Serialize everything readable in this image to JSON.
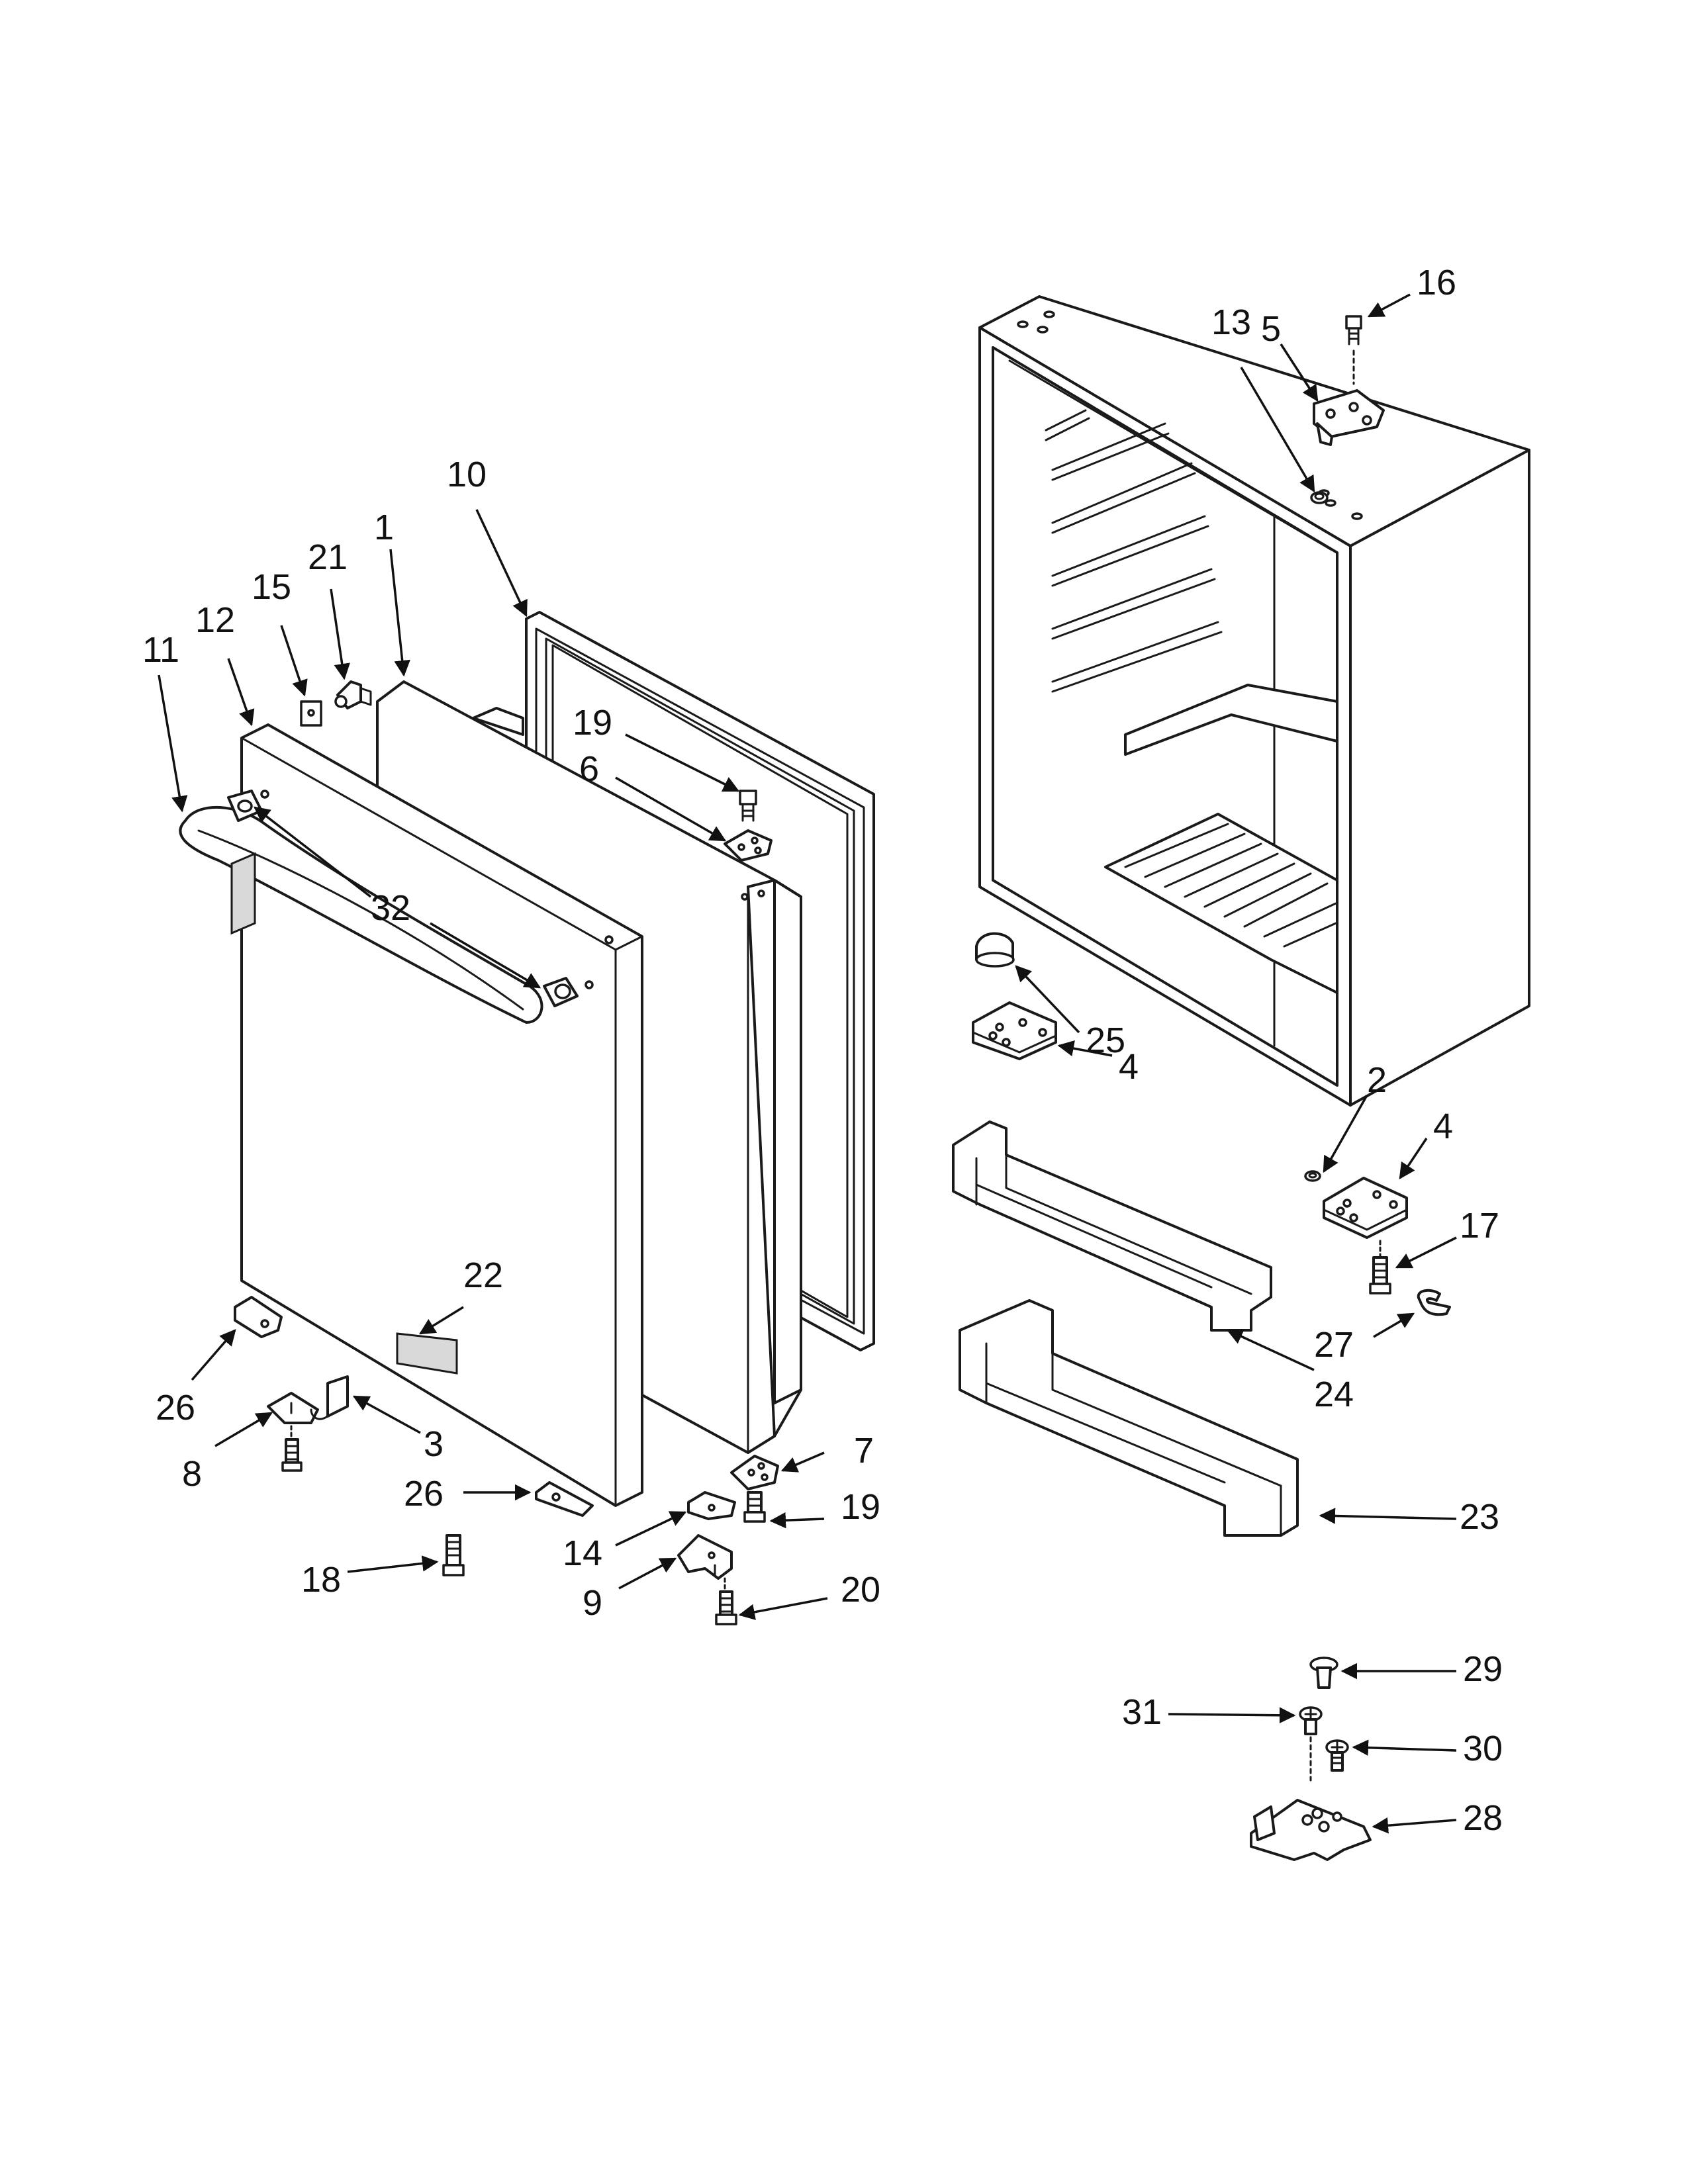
{
  "diagram": {
    "callouts": [
      {
        "id": "c16",
        "label": "16"
      },
      {
        "id": "c5",
        "label": "5"
      },
      {
        "id": "c13",
        "label": "13"
      },
      {
        "id": "c10",
        "label": "10"
      },
      {
        "id": "c1",
        "label": "1"
      },
      {
        "id": "c21",
        "label": "21"
      },
      {
        "id": "c15",
        "label": "15"
      },
      {
        "id": "c12",
        "label": "12"
      },
      {
        "id": "c11",
        "label": "11"
      },
      {
        "id": "c19a",
        "label": "19"
      },
      {
        "id": "c6",
        "label": "6"
      },
      {
        "id": "c32",
        "label": "32"
      },
      {
        "id": "c25",
        "label": "25"
      },
      {
        "id": "c4a",
        "label": "4"
      },
      {
        "id": "c2",
        "label": "2"
      },
      {
        "id": "c4b",
        "label": "4"
      },
      {
        "id": "c17",
        "label": "17"
      },
      {
        "id": "c22",
        "label": "22"
      },
      {
        "id": "c27",
        "label": "27"
      },
      {
        "id": "c24",
        "label": "24"
      },
      {
        "id": "c26a",
        "label": "26"
      },
      {
        "id": "c8",
        "label": "8"
      },
      {
        "id": "c3",
        "label": "3"
      },
      {
        "id": "c26b",
        "label": "26"
      },
      {
        "id": "c7",
        "label": "7"
      },
      {
        "id": "c19b",
        "label": "19"
      },
      {
        "id": "c14",
        "label": "14"
      },
      {
        "id": "c23",
        "label": "23"
      },
      {
        "id": "c18",
        "label": "18"
      },
      {
        "id": "c9",
        "label": "9"
      },
      {
        "id": "c20",
        "label": "20"
      },
      {
        "id": "c29",
        "label": "29"
      },
      {
        "id": "c31",
        "label": "31"
      },
      {
        "id": "c30",
        "label": "30"
      },
      {
        "id": "c28",
        "label": "28"
      }
    ]
  }
}
